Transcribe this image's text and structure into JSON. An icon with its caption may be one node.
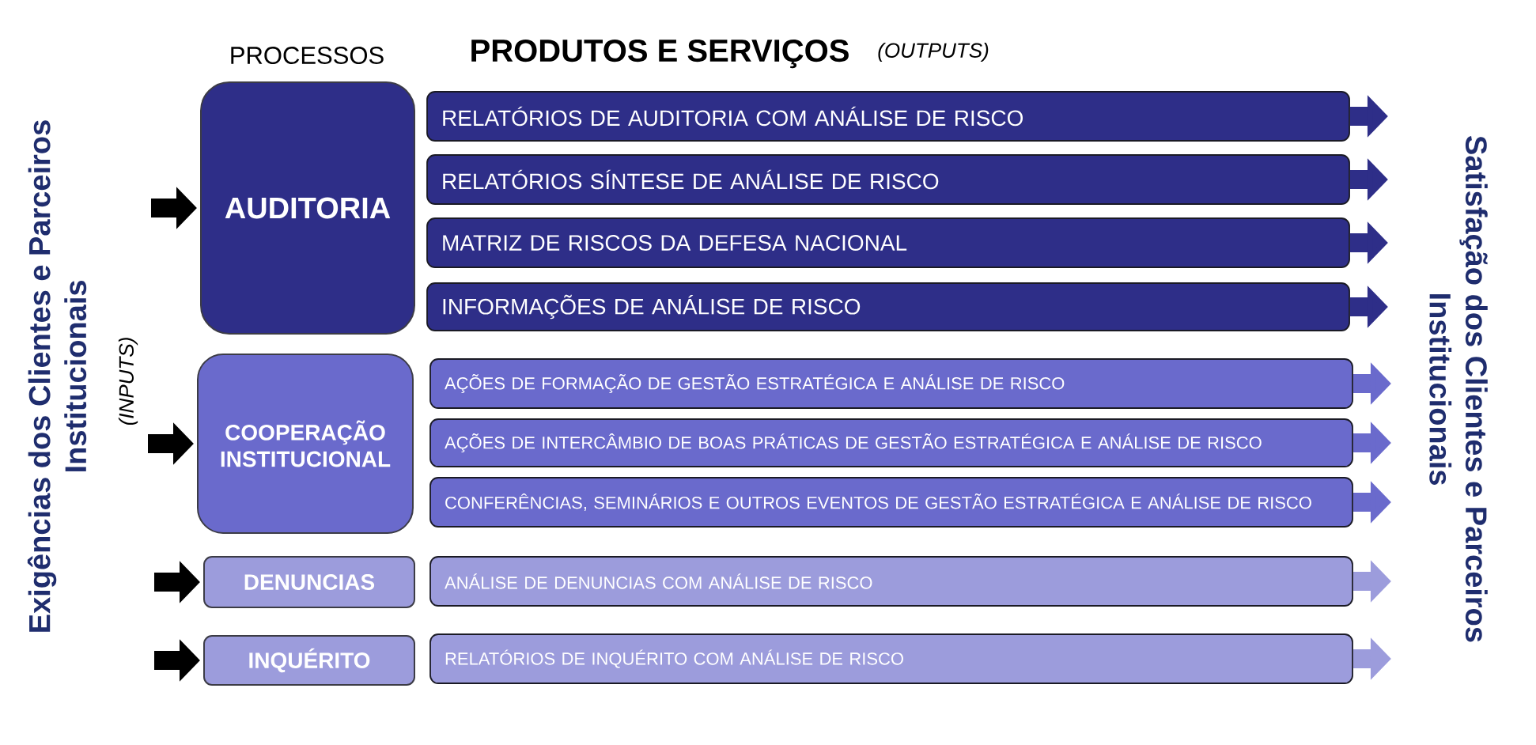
{
  "diagram": {
    "nodes": [
      {
        "text": [
          "AUDITORIA"
        ]
      },
      {
        "text": [
          "RELATÓRIOS DE AUDITORIA COM ANÁLISE DE RISCO"
        ]
      },
      {
        "text": [
          "RELATÓRIOS SÍNTESE DE ANÁLISE DE RISCO"
        ]
      },
      {
        "text": [
          "MATRIZ DE RISCOS DA DEFESA NACIONAL"
        ]
      },
      {
        "text": [
          "INFORMAÇÕES DE ANÁLISE DE RISCO"
        ]
      },
      {
        "text": [
          "COOPERAÇÃO INSTITUCIONAL"
        ]
      },
      {
        "text": [
          "AÇÕES DE FORMAÇÃO DE GESTÃO ESTRATÉGICA E ANÁLISE DE RISCO"
        ]
      },
      {
        "text": [
          "AÇÕES DE INTERCÂMBIO DE BOAS PRÁTICAS DE GESTÃO ESTRATÉGICA E ANÁLISE DE RISCO"
        ]
      },
      {
        "text": [
          "CONFERÊNCIAS, SEMINÁRIOS E OUTROS EVENTOS DE GESTÃO ESTRATÉGICA E ANÁLISE DE RISCO"
        ]
      },
      {
        "text": [
          "DENUNCIAS"
        ]
      },
      {
        "text": [
          "ANÁLISE DE DENUNCIAS COM ANÁLISE DE RISCO"
        ]
      },
      {
        "text": [
          "INQUÉRITO"
        ]
      },
      {
        "text": [
          "RELATÓRIOS DE INQUÉRITO COM ANÁLISE DE RISCO"
        ]
      }
    ],
    "edges": [
      {
        "from": null,
        "to": 0,
        "arrow": "to"
      },
      {
        "from": 1,
        "to": null,
        "arrow": "to",
        "color": "#2e2e88"
      },
      {
        "from": 2,
        "to": null,
        "arrow": "to",
        "color": "#2e2e88"
      },
      {
        "from": 3,
        "to": null,
        "arrow": "to",
        "color": "#2e2e88"
      },
      {
        "from": 4,
        "to": null,
        "arrow": "to",
        "color": "#2e2e88"
      },
      {
        "from": null,
        "to": 5,
        "arrow": "to"
      },
      {
        "from": 6,
        "to": null,
        "arrow": "to",
        "color": "#6a6acc"
      },
      {
        "from": 7,
        "to": null,
        "arrow": "to",
        "color": "#6a6acc"
      },
      {
        "from": 8,
        "to": null,
        "arrow": "to",
        "color": "#6a6acc"
      },
      {
        "from": null,
        "to": 9,
        "arrow": "to"
      },
      {
        "from": 10,
        "to": null,
        "arrow": "to",
        "color": "#9c9cdc"
      },
      {
        "from": null,
        "to": 11,
        "arrow": "to"
      },
      {
        "from": 12,
        "to": null,
        "arrow": "to",
        "color": "#9c9cdc"
      }
    ],
    "labels": [
      "PROCESSOS",
      "PRODUTOS E SERVIÇOS",
      "(OUTPUTS)",
      "Exigências dos Clientes e Parceiros Institucionais",
      "(INPUTS)",
      "Satisfação dos Clientes e Parceiros Institucionais"
    ]
  }
}
